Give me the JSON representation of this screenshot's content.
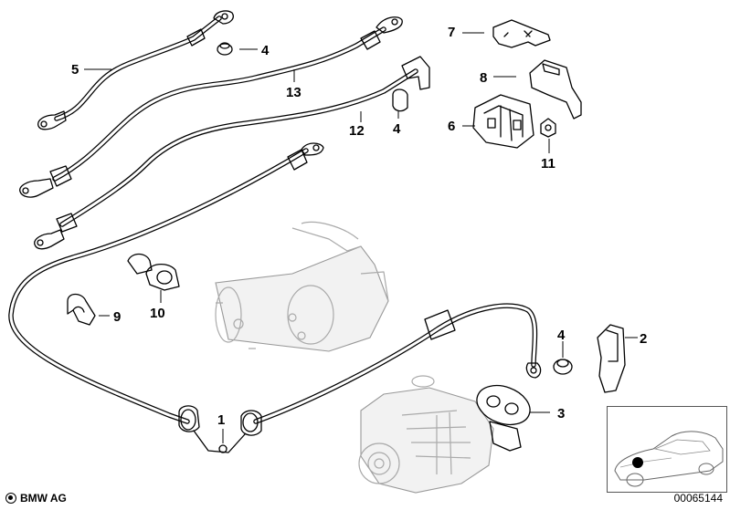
{
  "callouts": [
    {
      "id": "c1",
      "label": "1"
    },
    {
      "id": "c2",
      "label": "2"
    },
    {
      "id": "c3",
      "label": "3"
    },
    {
      "id": "c4a",
      "label": "4"
    },
    {
      "id": "c4b",
      "label": "4"
    },
    {
      "id": "c4c",
      "label": "4"
    },
    {
      "id": "c5",
      "label": "5"
    },
    {
      "id": "c6",
      "label": "6"
    },
    {
      "id": "c7",
      "label": "7"
    },
    {
      "id": "c8",
      "label": "8"
    },
    {
      "id": "c9",
      "label": "9"
    },
    {
      "id": "c10",
      "label": "10"
    },
    {
      "id": "c11",
      "label": "11"
    },
    {
      "id": "c12",
      "label": "12"
    },
    {
      "id": "c13",
      "label": "13"
    }
  ],
  "footer": {
    "brand": "BMW AG",
    "diagram_number": "00065144"
  },
  "colors": {
    "line": "#000000",
    "ghost": "#aaaaaa",
    "background": "#ffffff"
  }
}
